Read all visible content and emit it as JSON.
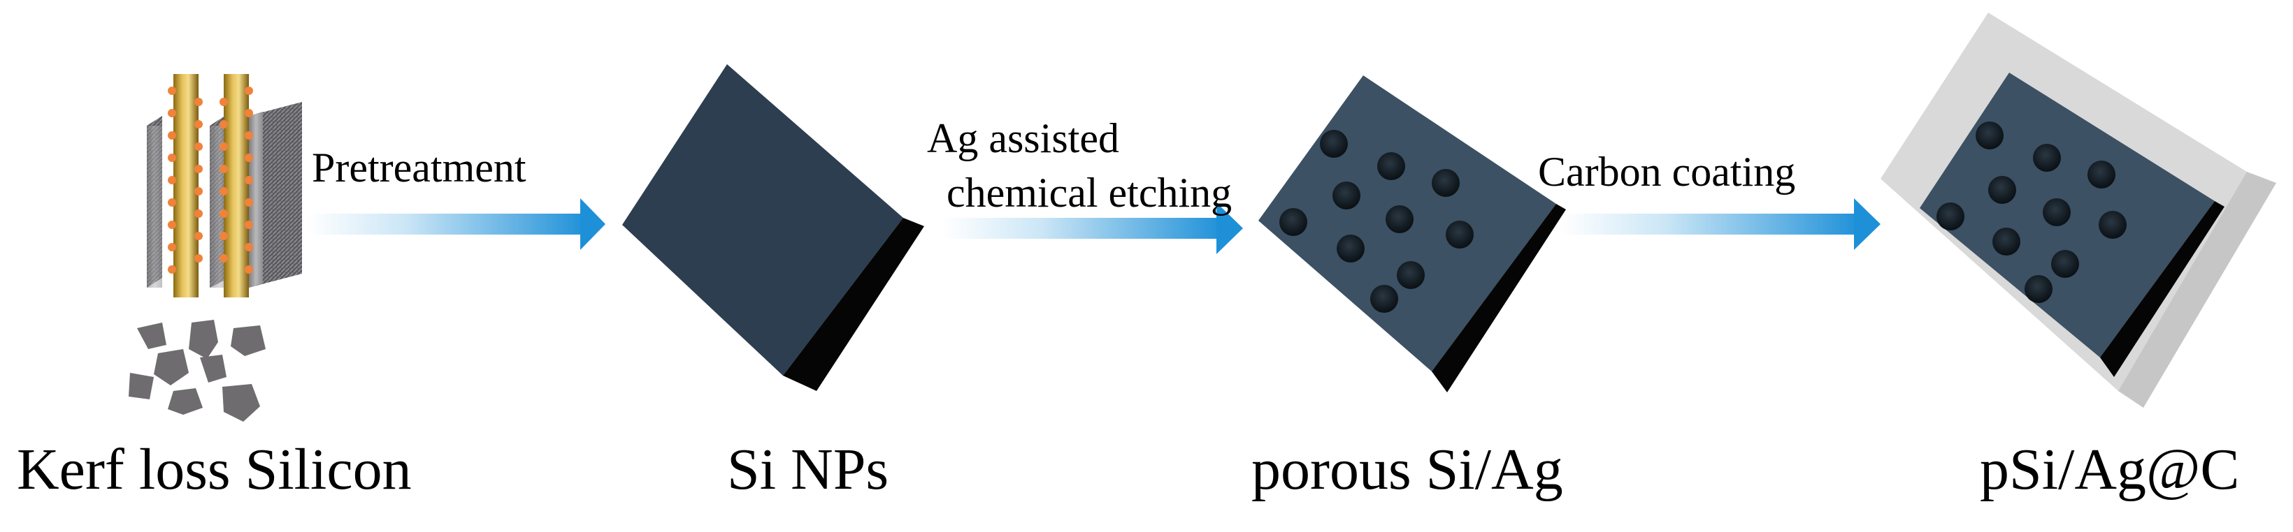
{
  "stages": [
    {
      "id": "kerf",
      "label": "Kerf loss Silicon"
    },
    {
      "id": "sinps",
      "label": "Si NPs"
    },
    {
      "id": "porous",
      "label": "porous Si/Ag"
    },
    {
      "id": "coated",
      "label": "pSi/Ag@C"
    }
  ],
  "steps": [
    {
      "id": "pretreatment",
      "lines": [
        "Pretreatment"
      ]
    },
    {
      "id": "etching",
      "lines": [
        "Ag assisted",
        "chemical etching"
      ]
    },
    {
      "id": "coating",
      "lines": [
        "Carbon coating"
      ]
    }
  ],
  "colors": {
    "block_face": "#2c3e50",
    "block_face_porous": "#3c5163",
    "block_side": "#050505",
    "pore": "#10171d",
    "carbon_shell": "#d9d9d9",
    "wire_gold": "#d4a52a",
    "silver_particle": "#f0823a",
    "arrow_end": "#1e90d8",
    "fragment": "#6e6c6e"
  }
}
